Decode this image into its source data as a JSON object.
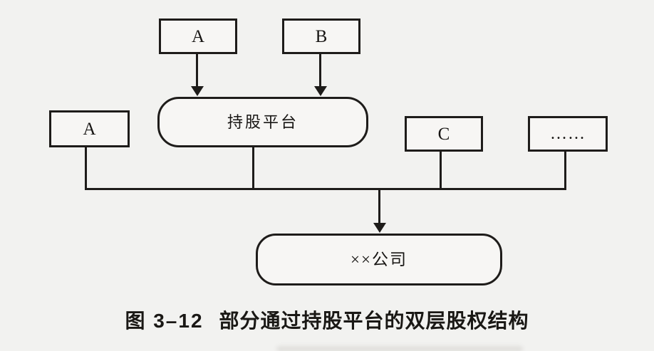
{
  "figure": {
    "colors": {
      "background": "#f2f2f0",
      "line": "#1e1c1a",
      "ink": "#171513",
      "box_fill": "#f7f6f4"
    },
    "nodes": {
      "top_a": "A",
      "top_b": "B",
      "platform": "持股平台",
      "left_a": "A",
      "c": "C",
      "ellipsis": "……",
      "company": "××公司"
    },
    "caption": {
      "label": "图 3–12",
      "title": "部分通过持股平台的双层股权结构"
    }
  }
}
